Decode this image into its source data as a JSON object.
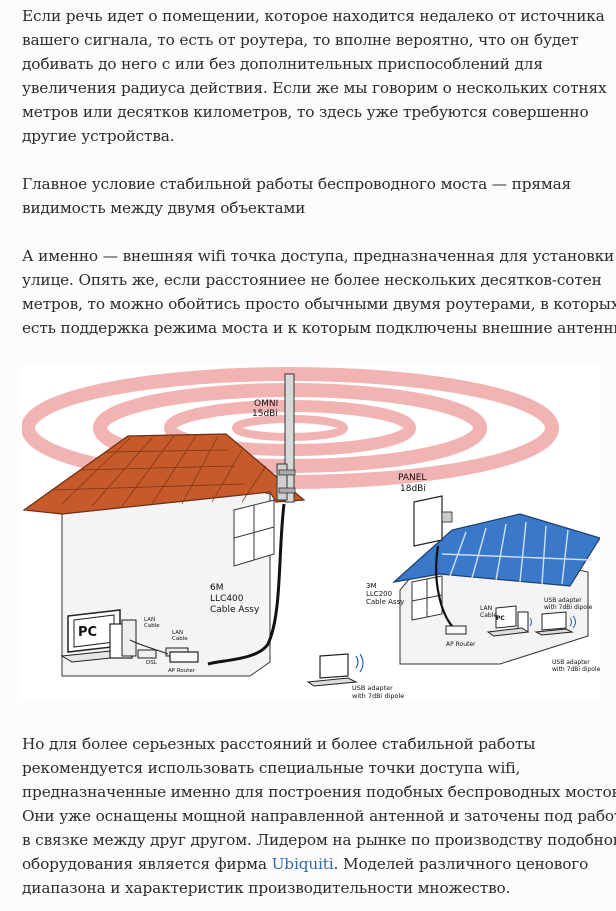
{
  "paragraphs": [
    {
      "lines": [
        "Если речь идет о помещении, которое находится недалеко от источника",
        "вашего сигнала, то есть от роутера, то вполне вероятно, что он будет",
        "добивать до него с или без дополнительных приспособлений для",
        "увеличения радиуса действия. Если же мы говорим о нескольких сотнях",
        "метров или десятков километров, то здесь уже требуются совершенно",
        "другие устройства."
      ]
    },
    {
      "lines": [
        "Главное условие стабильной работы беспроводного моста — прямая",
        "видимость между двумя объектами"
      ]
    },
    {
      "lines": [
        "А именно — внешняя wifi точка доступа, предназначенная для установки на",
        "улице. Опять же, если расстояниее не более нескольких десятков-сотен",
        "метров, то можно обойтись просто обычными двумя роутерами, в которых",
        "есть поддержка режима моста и к которым подключены внешние антенны."
      ]
    },
    {
      "lines": [
        "Но для более серьезных расстояний и более стабильной работы",
        "рекомендуется использовать специальные точки доступа wifi,",
        "предназначенные именно для построения подобных беспроводных мостов.",
        "Они уже оснащены мощной направленной антенной и заточены под работу",
        "в связке между друг другом. Лидером на рынке по производству подобного"
      ],
      "link_line": {
        "before": "оборудования является фирма ",
        "link": "Ubiquiti",
        "after": ". Моделей различного ценового"
      },
      "last_line": "диапазона и характеристик производительности множество."
    }
  ],
  "figure": {
    "omni_label": "OMNI",
    "omni_gain": "15dBi",
    "panel_label": "PANEL",
    "panel_gain": "18dBi",
    "cable_left": [
      "6M",
      "LLC400",
      "Cable Assy"
    ],
    "cable_right": [
      "3M",
      "LLC200",
      "Cable Assy"
    ],
    "pc_label": "PC",
    "lan_cable": [
      "LAN",
      "Cable"
    ],
    "dsl": "DSL",
    "ap_router": "AP Router",
    "usb_adapter": [
      "USB adapter",
      "with 7dBi dipole"
    ],
    "colors": {
      "roof_left": "#c65a2a",
      "roof_right": "#3a79c9",
      "waves": "#f2b3b3",
      "wall": "#f4f4f4"
    }
  }
}
